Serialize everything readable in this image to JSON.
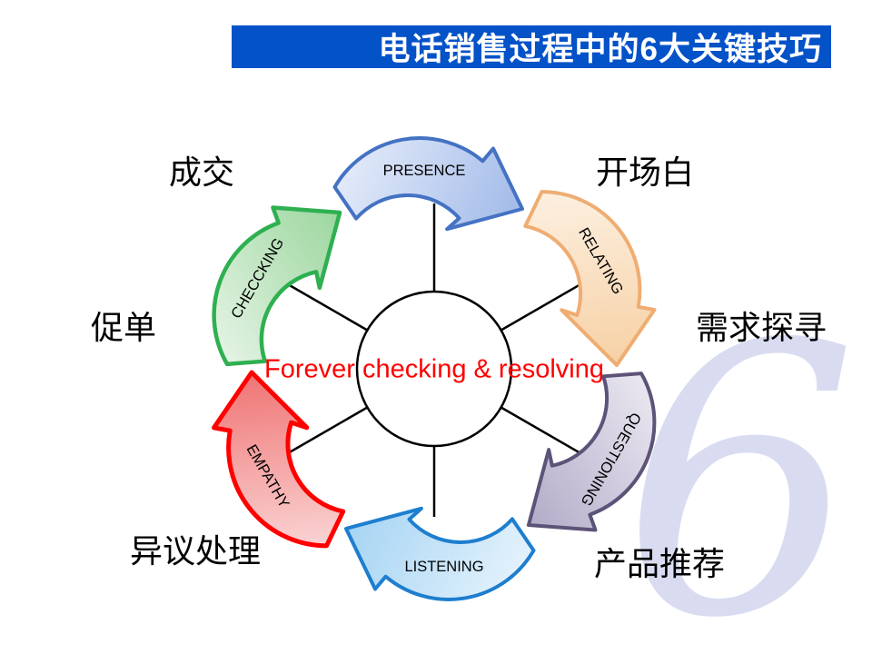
{
  "title": {
    "text": "电话销售过程中的6大关键技巧",
    "bg_color": "#0452c8",
    "text_color": "#ffffff"
  },
  "center_caption": {
    "text": "Forever checking & resolving",
    "color": "#ff0000"
  },
  "watermark": {
    "text": "6",
    "color": "#d9dcf1"
  },
  "side_labels": [
    {
      "id": "chengjiao",
      "text": "成交"
    },
    {
      "id": "kaichangbai",
      "text": "开场白"
    },
    {
      "id": "cudan",
      "text": "促单"
    },
    {
      "id": "xuqiu",
      "text": "需求探寻"
    },
    {
      "id": "yiyi",
      "text": "异议处理"
    },
    {
      "id": "chanpin",
      "text": "产品推荐"
    }
  ],
  "arrows": [
    {
      "label": "PRESENCE",
      "stroke": "#4472c4",
      "fill_light": "#e9effb",
      "fill_mid": "#9fb8e8",
      "stroke_width": 4
    },
    {
      "label": "RELATING",
      "stroke": "#efad72",
      "fill_light": "#fdf3e6",
      "fill_mid": "#f6cfa2",
      "stroke_width": 4
    },
    {
      "label": "QUESTIONING",
      "stroke": "#5d5378",
      "fill_light": "#efedf5",
      "fill_mid": "#b0a8c6",
      "stroke_width": 4
    },
    {
      "label": "LISTENING",
      "stroke": "#1e7ecf",
      "fill_light": "#eaf5fd",
      "fill_mid": "#a3d3f3",
      "stroke_width": 4
    },
    {
      "label": "EMPATHY",
      "stroke": "#ff0000",
      "fill_light": "#fbdddd",
      "fill_mid": "#ef6f6f",
      "stroke_width": 5
    },
    {
      "label": "CHECCKING",
      "stroke": "#2eb051",
      "fill_light": "#eaf6ea",
      "fill_mid": "#99d59b",
      "stroke_width": 4.5
    }
  ],
  "diagram": {
    "circle_color": "#ffffff",
    "line_color": "#000000"
  }
}
